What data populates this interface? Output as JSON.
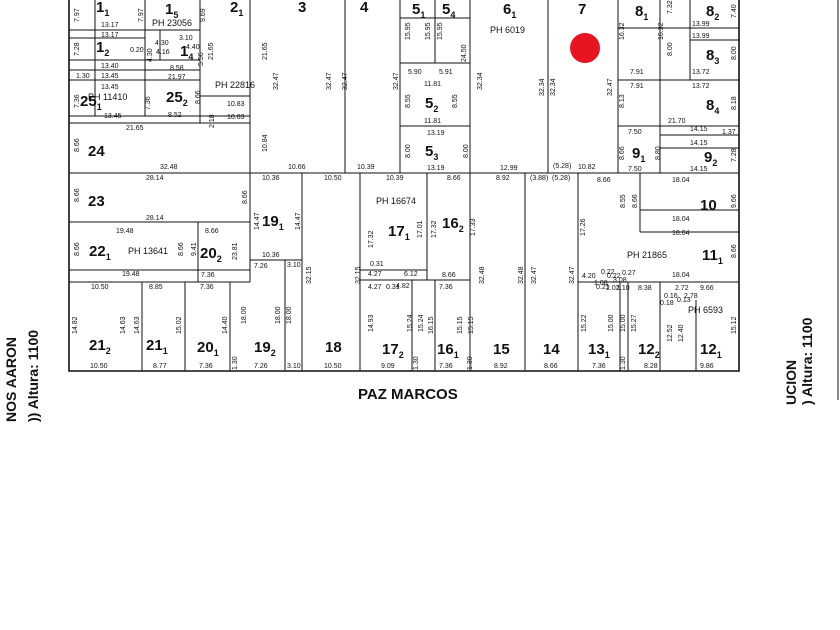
{
  "map": {
    "streets": {
      "bottom": "PAZ MARCOS",
      "left_line1": "NOS AARON",
      "left_line2": ")) Altura: 1100",
      "right_line1": "UCION",
      "right_line2": ") Altura: 1100"
    },
    "marker_color": "#e8141f",
    "lots": {
      "l11": "1",
      "l11s": "1",
      "l15": "1",
      "l15s": "5",
      "l12": "1",
      "l12s": "2",
      "l14": "1",
      "l14s": "4",
      "l21": "2",
      "l21s": "1",
      "l3": "3",
      "l4": "4",
      "l51": "5",
      "l51s": "1",
      "l54": "5",
      "l54s": "4",
      "l52": "5",
      "l52s": "2",
      "l53": "5",
      "l53s": "3",
      "l61": "6",
      "l61s": "1",
      "l7": "7",
      "l81": "8",
      "l81s": "1",
      "l82": "8",
      "l82s": "2",
      "l83": "8",
      "l83s": "3",
      "l84": "8",
      "l84s": "4",
      "l91": "9",
      "l91s": "1",
      "l92": "9",
      "l92s": "2",
      "l10": "10",
      "l111": "11",
      "l111s": "1",
      "l121": "12",
      "l121s": "1",
      "l122": "12",
      "l122s": "2",
      "l131": "13",
      "l131s": "1",
      "l14b": "14",
      "l15b": "15",
      "l161": "16",
      "l161s": "1",
      "l162": "16",
      "l162s": "2",
      "l171": "17",
      "l171s": "1",
      "l172": "17",
      "l172s": "2",
      "l18": "18",
      "l191": "19",
      "l191s": "1",
      "l192": "19",
      "l192s": "2",
      "l201": "20",
      "l201s": "1",
      "l202": "20",
      "l202s": "2",
      "l211": "21",
      "l211s": "1",
      "l212": "21",
      "l212s": "2",
      "l221": "22",
      "l221s": "1",
      "l23": "23",
      "l24": "24",
      "l251": "25",
      "l251s": "1",
      "l252": "25",
      "l252s": "2"
    },
    "ph": {
      "ph23056": "PH 23056",
      "ph11410": "PH 11410",
      "ph22816": "PH 22816",
      "ph6019": "PH 6019",
      "ph16674": "PH 16674",
      "ph13641": "PH 13641",
      "ph21865": "PH 21865",
      "ph6593": "PH 6593"
    },
    "dims": {
      "d1": "13.17",
      "d2": "13.17",
      "d3": "13.40",
      "d4": "13.45",
      "d5": "13.45",
      "d6": "7.97",
      "d7": "7.97",
      "d8": "9.69",
      "d9": "7.28",
      "d10": "1.30",
      "d11": "0.20",
      "d12": "4.30",
      "d13": "4.16",
      "d14": "8.58",
      "d15": "3.10",
      "d16": "4.40",
      "d17": "5.56",
      "d18": "21.97",
      "d19": "21.65",
      "d20": "32.47",
      "d21": "7.36",
      "d22": "7.36",
      "d23": "8.52",
      "d24": "13.45",
      "d25": "8.66",
      "d26": "10.83",
      "d27": "10.83",
      "d28": "2.18",
      "d29": "21.65",
      "d30": "8.66",
      "d31": "32.48",
      "d32": "10.84",
      "d33": "10.66",
      "d34": "10.39",
      "d35": "32.47",
      "d36": "32.47",
      "d37": "15.95",
      "d38": "15.95",
      "d39": "15.95",
      "d40": "24.50",
      "d41": "5.90",
      "d42": "5.91",
      "d43": "11.81",
      "d44": "32.47",
      "d45": "8.55",
      "d46": "8.55",
      "d47": "11.81",
      "d48": "13.19",
      "d49": "8.00",
      "d50": "8.00",
      "d51": "13.19",
      "d52": "32.34",
      "d53": "32.34",
      "d54": "32.34",
      "d55": "12.99",
      "d56": "(5.28)",
      "d57": "10.82",
      "d58": "32.47",
      "d59": "16.32",
      "d60": "16.32",
      "d61": "7.32",
      "d62": "13.99",
      "d63": "13.99",
      "d64": "7.40",
      "d65": "8.00",
      "d66": "8.00",
      "d67": "7.91",
      "d68": "13.72",
      "d69": "7.91",
      "d70": "13.72",
      "d71": "8.13",
      "d72": "8.18",
      "d73": "21.70",
      "d74": "7.50",
      "d75": "14.15",
      "d76": "1.37",
      "d77": "14.15",
      "d78": "8.66",
      "d79": "8.80",
      "d80": "7.28",
      "d81": "7.50",
      "d82": "14.15",
      "d83": "28.14",
      "d84": "10.36",
      "d85": "10.50",
      "d86": "10.39",
      "d87": "8.66",
      "d88": "8.92",
      "d89": "(3.88)",
      "d90": "(5.28)",
      "d91": "8.66",
      "d92": "18.04",
      "d93": "8.66",
      "d94": "14.47",
      "d95": "14.47",
      "d96": "8.66",
      "d97": "18.04",
      "d98": "28.14",
      "d99": "19.48",
      "d100": "8.66",
      "d101": "17.32",
      "d102": "17.01",
      "d103": "17.32",
      "d104": "17.33",
      "d105": "17.26",
      "d106": "8.55",
      "d107": "8.66",
      "d108": "18.04",
      "d109": "9.66",
      "d110": "8.66",
      "d111": "9.41",
      "d112": "23.81",
      "d113": "10.36",
      "d114": "7.26",
      "d115": "3.10",
      "d116": "32.15",
      "d117": "32.15",
      "d118": "4.27",
      "d119": "0.31",
      "d120": "6.12",
      "d121": "8.66",
      "d122": "32.48",
      "d123": "32.48",
      "d124": "32.47",
      "d125": "32.47",
      "d126": "19.48",
      "d127": "7.36",
      "d128": "4.20",
      "d129": "0.22",
      "d130": "0.22",
      "d131": "3.08",
      "d132": "0.27",
      "d133": "18.04",
      "d134": "8.66",
      "d135": "10.50",
      "d136": "8.85",
      "d137": "7.36",
      "d138": "4.27",
      "d139": "0.31",
      "d140": "4.82",
      "d141": "7.36",
      "d142": "0.21",
      "d143": "2.02",
      "d144": "8.38",
      "d145": "2.72",
      "d146": "9.66",
      "d147": "0.18",
      "d148": "2.78",
      "d149": "14.82",
      "d150": "14.63",
      "d151": "14.63",
      "d152": "15.02",
      "d153": "14.40",
      "d154": "18.00",
      "d155": "18.00",
      "d156": "18.00",
      "d157": "14.93",
      "d158": "15.24",
      "d159": "15.24",
      "d160": "16.15",
      "d161": "15.15",
      "d162": "15.15",
      "d163": "15.22",
      "d164": "15.00",
      "d165": "15.00",
      "d166": "15.27",
      "d167": "12.52",
      "d168": "12.40",
      "d169": "15.12",
      "d170": "1.30",
      "d171": "1.30",
      "d172": "1.30",
      "d173": "1.30",
      "d174": "10.50",
      "d175": "8.77",
      "d176": "7.36",
      "d177": "7.26",
      "d178": "3.10",
      "d179": "10.50",
      "d180": "9.09",
      "d181": "7.36",
      "d182": "8.92",
      "d183": "8.66",
      "d184": "7.36",
      "d185": "8.28",
      "d186": "9.86",
      "d187": "0.13",
      "d188": "1.08",
      "d189": "1.10",
      "d190": "0.16"
    }
  }
}
